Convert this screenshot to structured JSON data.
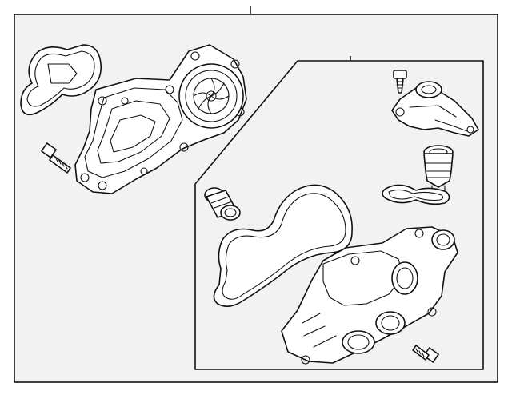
{
  "diagram": {
    "background_color": "#f2f2f2",
    "line_color": "#111111",
    "parts": [
      "water-pump-housing",
      "water-pump-impeller",
      "pump-housing-gasket",
      "pump-housing-bolt",
      "thermostat-housing-assembly",
      "housing-gasket",
      "thermostat-cover",
      "cover-bolt",
      "thermostat",
      "thermostat-seal",
      "pipe-connector",
      "housing-bolt"
    ]
  }
}
